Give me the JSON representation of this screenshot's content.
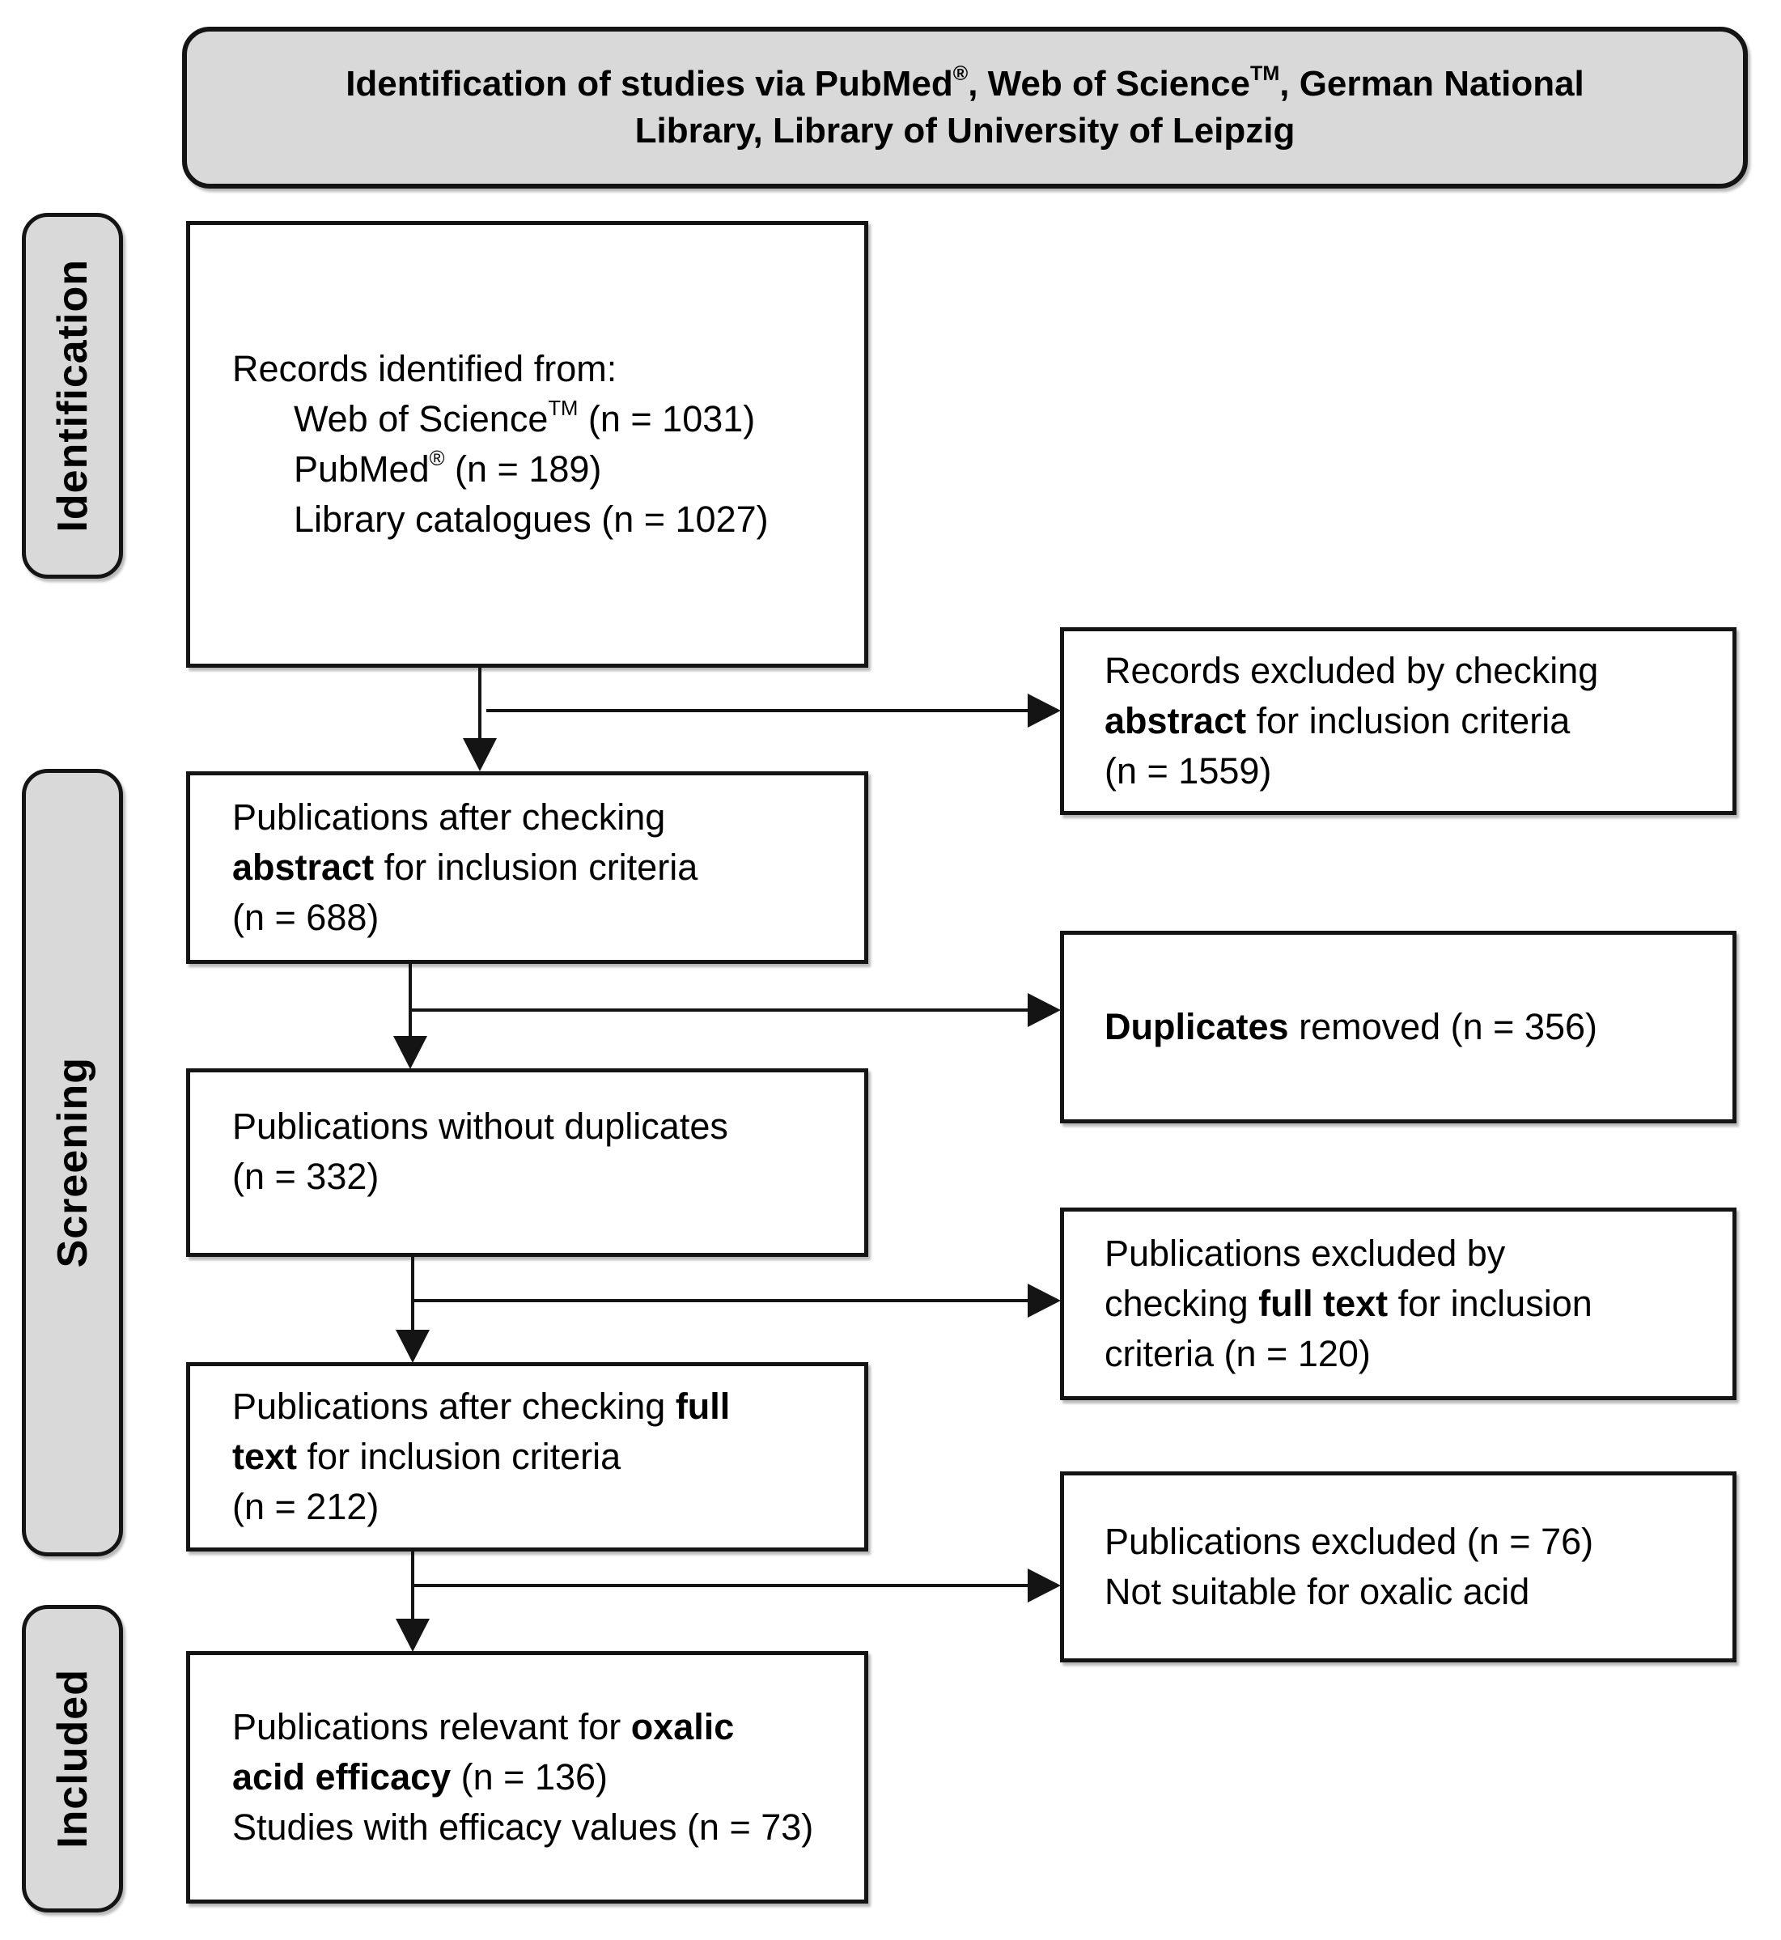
{
  "colors": {
    "border": "#141414",
    "shaded_fill": "#d9d9d9",
    "box_fill": "#ffffff",
    "arrow": "#141414"
  },
  "title": {
    "seg1": "Identification of studies via PubMed",
    "sup1": "®",
    "seg2": ", Web of Science",
    "sup2": "TM",
    "seg3": ", German National",
    "line2": "Library, Library of University of Leipzig"
  },
  "stages": {
    "identification": "Identification",
    "screening": "Screening",
    "included": "Included"
  },
  "flow": {
    "box1": {
      "line1": "Records identified from:",
      "line2_name": "Web of Science",
      "line2_sup": "TM",
      "line2_rest": " (n = 1031)",
      "line3_name": "PubMed",
      "line3_sup": "®",
      "line3_rest": " (n = 189)",
      "line4": "Library catalogues (n = 1027)"
    },
    "box2": {
      "line1": "Publications after checking",
      "line2_bold": "abstract",
      "line2_rest": " for inclusion criteria",
      "line3": "(n = 688)"
    },
    "box3": {
      "line1": "Publications without duplicates",
      "line2": "(n = 332)"
    },
    "box4": {
      "line1_pre": "Publications after checking ",
      "line1_bold": "full",
      "line2_bold": "text",
      "line2_rest": " for inclusion criteria",
      "line3": "(n = 212)"
    },
    "box5": {
      "line1_pre": "Publications relevant for ",
      "line1_bold": "oxalic",
      "line2_bold": "acid efficacy",
      "line2_rest": " (n = 136)",
      "line3": "Studies with efficacy values (n = 73)"
    },
    "excluded_abstract": {
      "line1": "Records excluded by checking",
      "line2_bold": "abstract",
      "line2_rest": " for inclusion criteria",
      "line3": "(n = 1559)"
    },
    "duplicates": {
      "line1_bold": "Duplicates",
      "line1_rest": " removed (n = 356)"
    },
    "excluded_fulltext": {
      "line1": "Publications excluded by",
      "line2_pre": "checking ",
      "line2_bold": "full text",
      "line2_rest": " for inclusion",
      "line3": "criteria (n = 120)"
    },
    "excluded_oxalic": {
      "line1": "Publications excluded (n = 76)",
      "line2": "Not suitable for oxalic acid"
    }
  }
}
